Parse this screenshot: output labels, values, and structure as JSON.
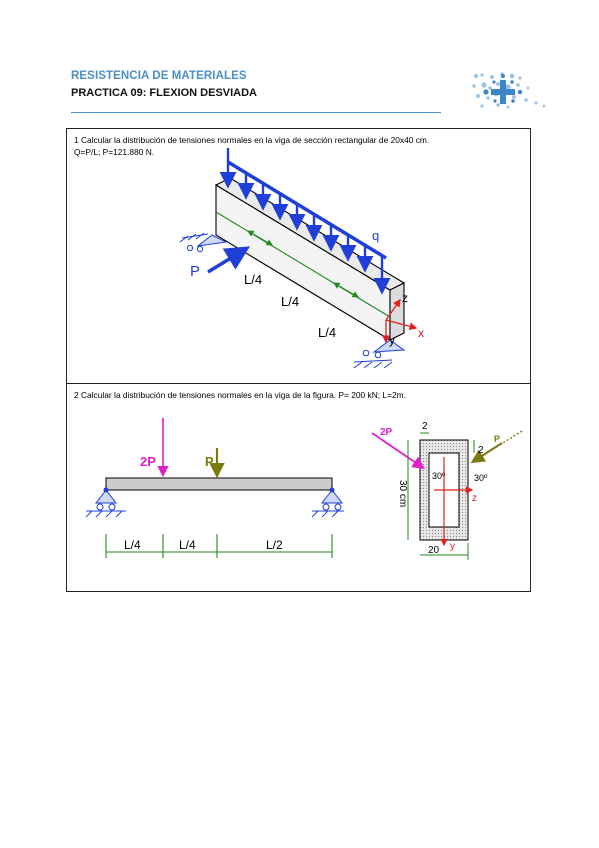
{
  "header": {
    "course": "RESISTENCIA DE MATERIALES",
    "practice": "PRACTICA 09: FLEXION DESVIADA"
  },
  "problem1": {
    "line1": "1 Calcular la distribución de tensiones normales en la viga de sección rectangular de 20x40 cm.",
    "line2": "Q=P/L; P=121.880 N.",
    "figure": {
      "load": "q",
      "force": "P",
      "seg1": "L/4",
      "seg2": "L/4",
      "seg3": "L/4",
      "axis_z": "z",
      "axis_x": "x",
      "axis_y": "y"
    }
  },
  "problem2": {
    "line1": "2 Calcular la distribución de tensiones normales en la viga de la figura. P= 200 kN; L=2m.",
    "beam": {
      "force_2p": "2P",
      "force_p": "P",
      "seg1": "L/4",
      "seg2": "L/4",
      "seg3": "L/2"
    },
    "section": {
      "force_2p": "2P",
      "force_p": "P",
      "thickness_top": "2",
      "thickness_right": "2",
      "angle_left": "30º",
      "angle_right": "30º",
      "height": "30 cm",
      "width": "20",
      "axis_z": "z",
      "axis_y": "y"
    }
  },
  "colors": {
    "accent": "#4a8fc9",
    "load_blue": "#1f3fd6",
    "force_magenta": "#e020c8",
    "force_olive": "#7a7a10",
    "dimension_green": "#1f8a1f",
    "axis_red": "#e0201a"
  }
}
